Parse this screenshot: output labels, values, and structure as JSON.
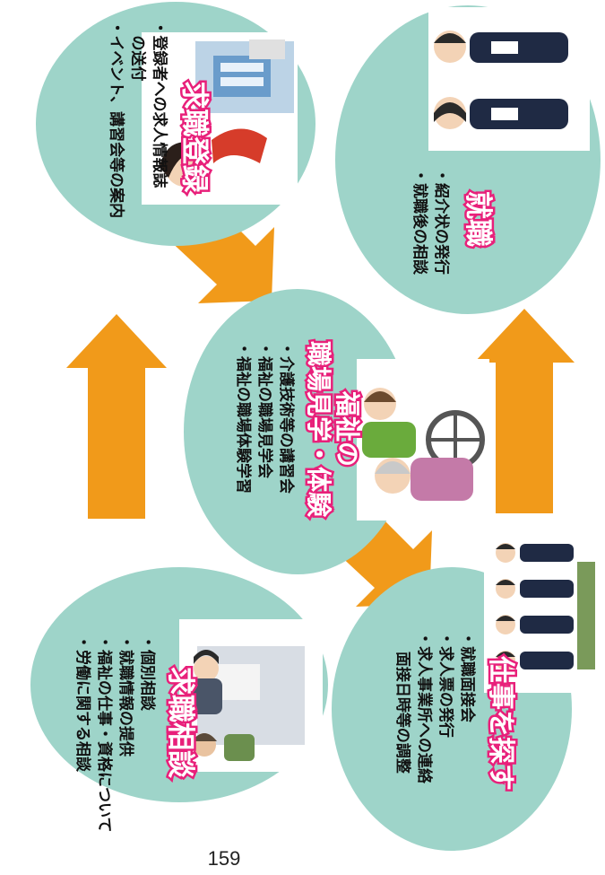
{
  "colors": {
    "ellipse_fill": "#9ed4c9",
    "arrow": "#f19a1a",
    "heading_fill": "#ffffff",
    "heading_outline": "#e8207a",
    "text": "#111111"
  },
  "steps": [
    {
      "title": "求職相談",
      "items": [
        "個別相談",
        "就職情報の提供",
        "福祉の仕事・資格について",
        "労働に関する相談"
      ]
    },
    {
      "title": "求職登録",
      "items": [
        "登録者への求人情報誌",
        "の送付",
        "イベント、講習会等の案内"
      ]
    },
    {
      "title_lines": [
        "福祉の",
        "職場見学・体験"
      ],
      "items": [
        "介護技術等の講習会",
        "福祉の職場見学会",
        "福祉の職場体験学習"
      ]
    },
    {
      "title": "仕事を探す",
      "items": [
        "就職面接会",
        "求人票の発行",
        "求人事業所への連絡",
        "面接日時等の調整"
      ]
    },
    {
      "title": "就職",
      "items": [
        "紹介状の発行",
        "就職後の相談"
      ]
    }
  ],
  "page_number": "159"
}
